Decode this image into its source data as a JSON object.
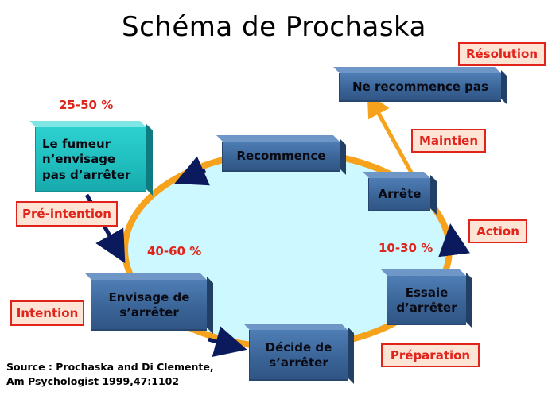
{
  "title": "Schéma de  Prochaska",
  "boxes": {
    "smoker": "Le fumeur n’envisage pas d’arrêter",
    "relapse": "Recommence",
    "no_relapse": "Ne recommence pas",
    "stops": "Arrête",
    "tries": "Essaie d’arrêter",
    "decides": "Décide de s’arrêter",
    "considers": "Envisage de s’arrêter"
  },
  "stages": {
    "resolution": "Résolution",
    "maintenance": "Maintien",
    "action": "Action",
    "preparation": "Préparation",
    "intention": "Intention",
    "pre_intention": "Pré-intention"
  },
  "percentages": {
    "top_left": "25-50 %",
    "middle_left": "40-60 %",
    "middle_right": "10-30 %"
  },
  "source": {
    "line1": "Source : Prochaska and Di Clemente,",
    "line2": "Am Psychologist 1999,47:1102"
  },
  "colors": {
    "cycle_fill": "#cdf8ff",
    "cycle_ring": "#f7a21c",
    "box_blue": "#3a6497",
    "box_teal": "#1fbcbc",
    "arrow_navy": "#0b1a5c",
    "label_red": "#e0241c",
    "label_bg": "#fde4d5"
  }
}
